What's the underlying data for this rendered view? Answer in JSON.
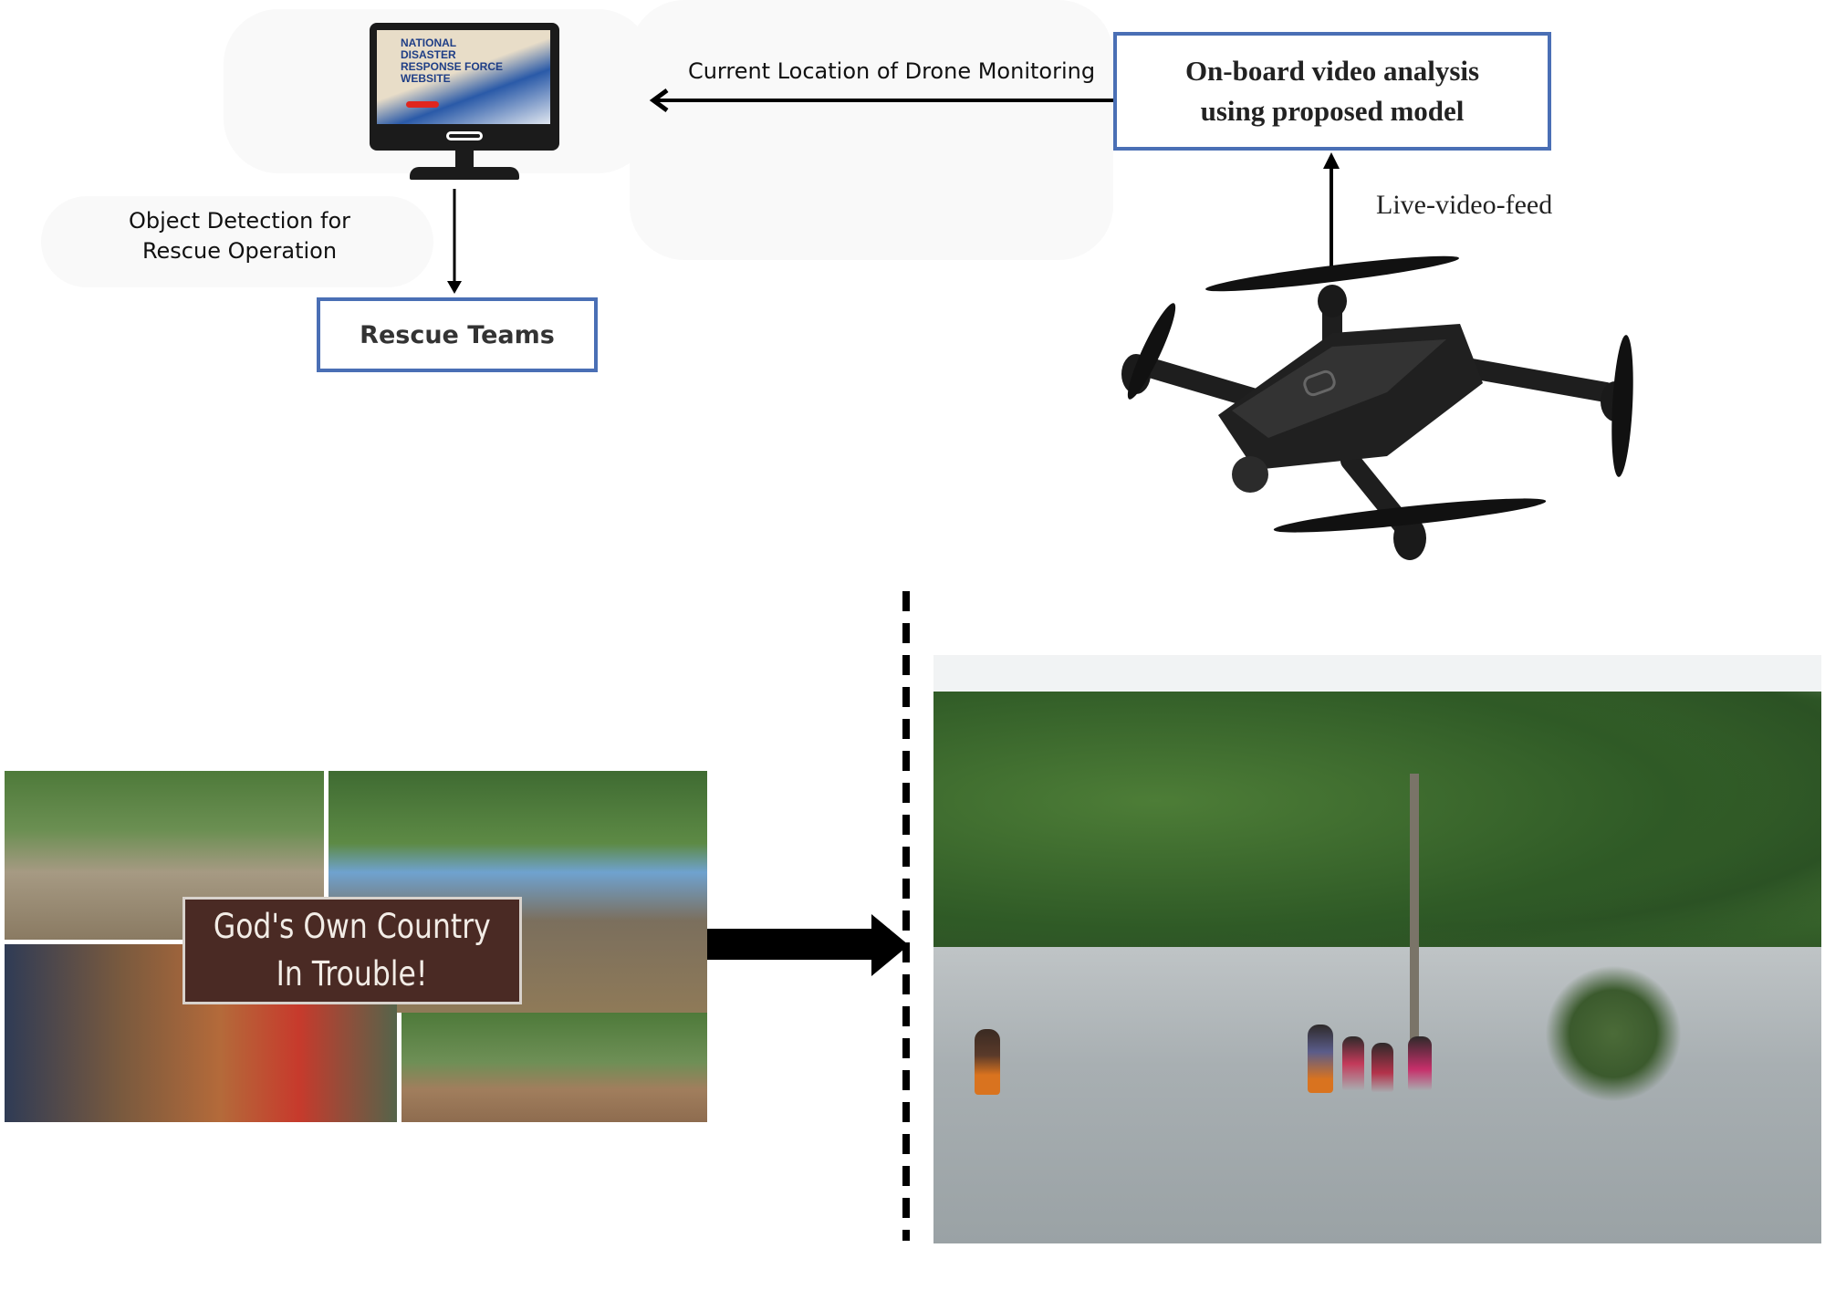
{
  "monitor": {
    "screen_lines": [
      "NATIONAL",
      "DISASTER",
      "RESPONSE FORCE",
      "WEBSITE"
    ]
  },
  "arrow_top": {
    "label": "Current Location of Drone Monitoring"
  },
  "onboard_box": {
    "line1": "On-board video analysis",
    "line2": "using proposed model"
  },
  "feed_label": "Live-video-feed",
  "detection_label": {
    "line1": "Object Detection for",
    "line2": "Rescue Operation"
  },
  "rescue_box": {
    "label": "Rescue Teams"
  },
  "collage": {
    "line1": "God's Own Country",
    "line2": "In Trouble!"
  },
  "colors": {
    "box_border": "#4a6fb5",
    "banner": "#4a2a24",
    "water": "#9ea6a8",
    "foliage": "#3f6b32"
  }
}
